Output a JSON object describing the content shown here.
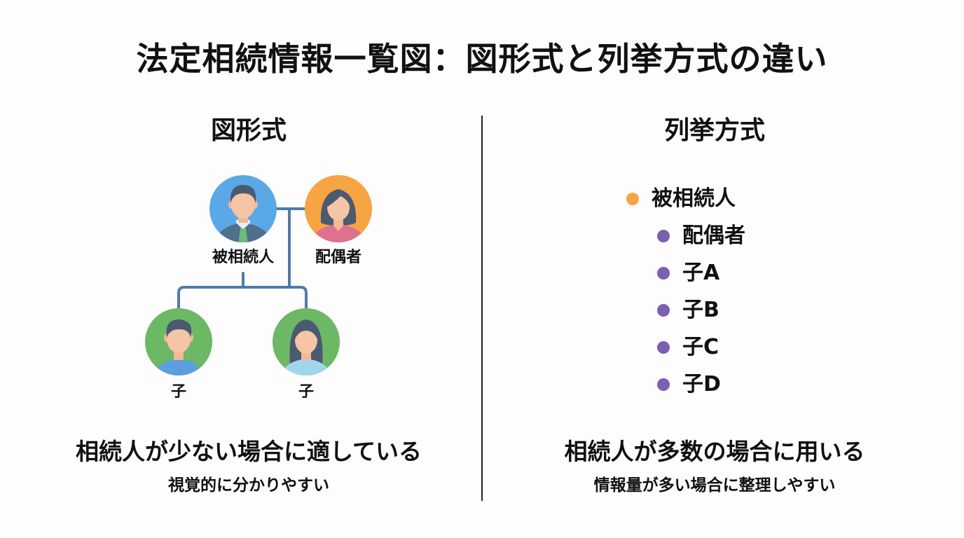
{
  "title": "法定相続情報一覧図：図形式と列挙方式の違い",
  "colors": {
    "connector": "#4f7ba8",
    "decedent_bg": "#5aa9e6",
    "spouse_bg": "#f7a443",
    "child_bg": "#6db865",
    "decedent_bullet": "#f7a443",
    "other_bullet": "#7b5fb0",
    "divider": "#222222"
  },
  "diagram_format": {
    "heading": "図形式",
    "nodes": {
      "decedent": {
        "label": "被相続人",
        "icon": "man-avatar-icon"
      },
      "spouse": {
        "label": "配偶者",
        "icon": "woman-avatar-icon"
      },
      "children": [
        {
          "label": "子",
          "icon": "boy-avatar-icon"
        },
        {
          "label": "子",
          "icon": "girl-avatar-icon"
        }
      ]
    },
    "summary": {
      "main": "相続人が少ない場合に適している",
      "sub": "視覚的に分かりやすい"
    }
  },
  "list_format": {
    "heading": "列挙方式",
    "items": [
      {
        "label": "被相続人",
        "level": 0,
        "bullet": "orange-dot"
      },
      {
        "label": "配偶者",
        "level": 1,
        "bullet": "purple-dot"
      },
      {
        "label": "子A",
        "level": 1,
        "bullet": "purple-dot"
      },
      {
        "label": "子B",
        "level": 1,
        "bullet": "purple-dot"
      },
      {
        "label": "子C",
        "level": 1,
        "bullet": "purple-dot"
      },
      {
        "label": "子D",
        "level": 1,
        "bullet": "purple-dot"
      }
    ],
    "summary": {
      "main": "相続人が多数の場合に用いる",
      "sub": "情報量が多い場合に整理しやすい"
    }
  }
}
